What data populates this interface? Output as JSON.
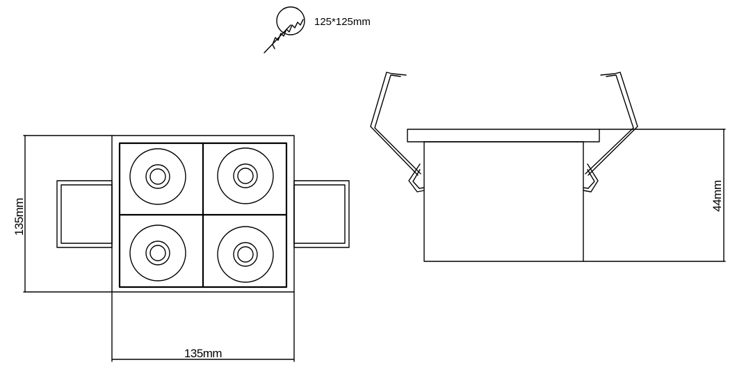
{
  "cutout": {
    "label": "125*125mm"
  },
  "dimensions": {
    "front_width": "135mm",
    "front_height": "135mm",
    "side_height": "44mm"
  },
  "front_view": {
    "rows": 2,
    "cols": 2
  }
}
